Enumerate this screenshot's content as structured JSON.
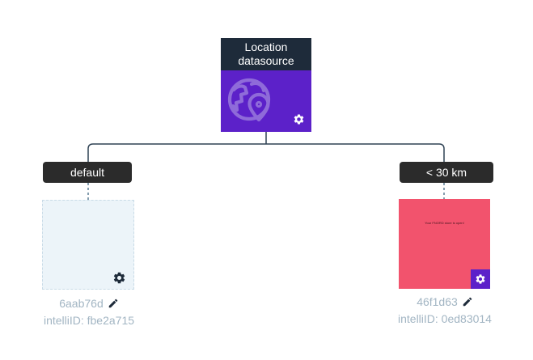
{
  "colors": {
    "node_header_bg": "#1e2b3a",
    "node_body_bg": "#5c21c9",
    "node_icon_tint": "#8f6bd9",
    "branch_label_bg": "#2b2b2b",
    "branch_label_text": "#ffffff",
    "placeholder_box_bg": "#ecf4f9",
    "placeholder_box_border": "#c9dbe7",
    "message_box_bg": "#f2536d",
    "accent_purple": "#5c21c9",
    "connector_solid": "#2f4254",
    "connector_dashed": "#5c7d93",
    "caption_text": "#a2b5c3",
    "gear_dark": "#1e2b3a"
  },
  "root_node": {
    "title": "Location datasource",
    "icon": "globe-location-icon"
  },
  "branches": [
    {
      "label": "default",
      "variant_id": "6aab76d",
      "intelli_id": "intelliID: fbe2a715",
      "content": "empty-placeholder"
    },
    {
      "label": "< 30 km",
      "variant_id": "46f1d63",
      "intelli_id": "intelliID: 0ed83014",
      "preview_text": "Your FNORD store is open!",
      "content": "message-preview"
    }
  ]
}
